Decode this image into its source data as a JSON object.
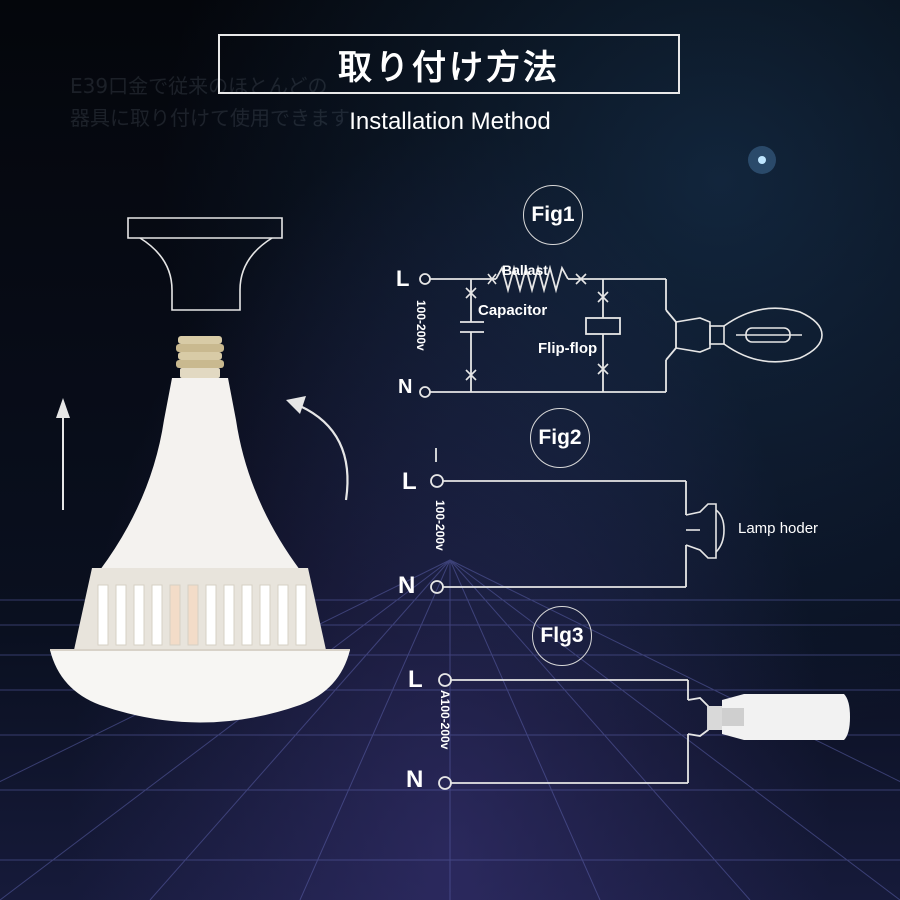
{
  "header": {
    "title_jp": "取り付け方法",
    "title_en": "Installation Method",
    "background_text_1": "E39口金で従来のほとんどの",
    "background_text_2": "器具に取り付けて使用できます"
  },
  "fig1": {
    "label": "Fig1",
    "line_l": "L",
    "line_n": "N",
    "voltage": "100-200v",
    "ballast": "Ballast",
    "capacitor": "Capacitor",
    "flip_flop": "Flip-flop"
  },
  "fig2": {
    "label": "Fig2",
    "line_l": "L",
    "line_n": "N",
    "voltage": "100-200v",
    "lamp_holder": "Lamp hoder"
  },
  "fig3": {
    "label": "Flg3",
    "line_l": "L",
    "line_n": "N",
    "voltage": "A100-200v"
  },
  "colors": {
    "line": "#e6e6e6",
    "bulb_white": "#f4f2ef",
    "background": "#05070d",
    "grid": "#5a5fa8"
  },
  "icons": [
    "socket-fixture-icon",
    "led-bulb-icon",
    "up-arrow-icon",
    "rotate-arrow-icon",
    "hid-lamp-icon",
    "lamp-holder-icon",
    "corn-bulb-icon"
  ]
}
